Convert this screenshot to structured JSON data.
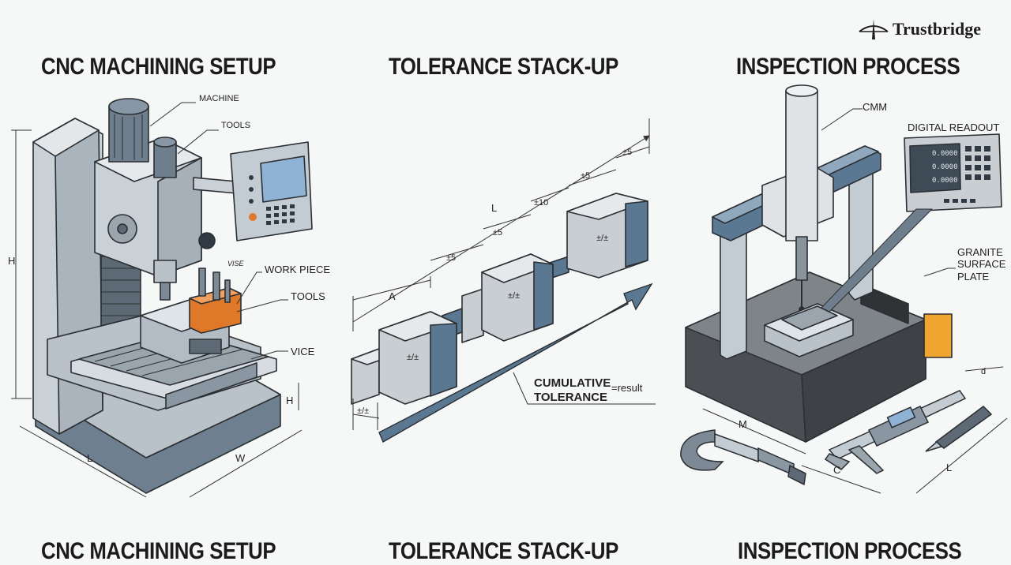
{
  "brand": {
    "name": "Trustbridge"
  },
  "panels": [
    {
      "title": "CNC MACHINING SETUP"
    },
    {
      "title": "TOLERANCE STACK-UP"
    },
    {
      "title": "INSPECTION PROCESS"
    }
  ],
  "cnc": {
    "labels": {
      "machine": "MACHINE",
      "tools_top": "TOOLS",
      "work_piece": "WORK PIECE",
      "tools_mid": "TOOLS",
      "vice": "VICE",
      "vise_note": "VISE"
    },
    "dims": {
      "height": "H",
      "length": "L",
      "width": "W",
      "h_small": "H"
    }
  },
  "tolerance": {
    "dims": {
      "L": "L",
      "A": "A",
      "t1": "±5",
      "t2": "±5",
      "t3": "±10",
      "t4": "±5",
      "t5": "±5",
      "base": "±/±"
    },
    "block_label": "±/±",
    "cumulative": {
      "line1": "CUMULATIVE",
      "line2": "TOLERANCE",
      "result": "=result"
    }
  },
  "inspection": {
    "labels": {
      "cmm": "CMM",
      "readout": "DIGITAL READOUT",
      "granite1": "GRANITE",
      "granite2": "SURFACE",
      "granite3": "PLATE"
    },
    "readout_values": [
      "0.0000",
      "0.0000",
      "0.0000"
    ],
    "dims": {
      "M": "M",
      "C": "C",
      "L": "L",
      "small": "d"
    }
  },
  "colors": {
    "accent_orange": "#e0782a",
    "accent_yellow": "#f0a530",
    "steel_blue": "#5b7892",
    "screen": "#8fb3d4"
  }
}
